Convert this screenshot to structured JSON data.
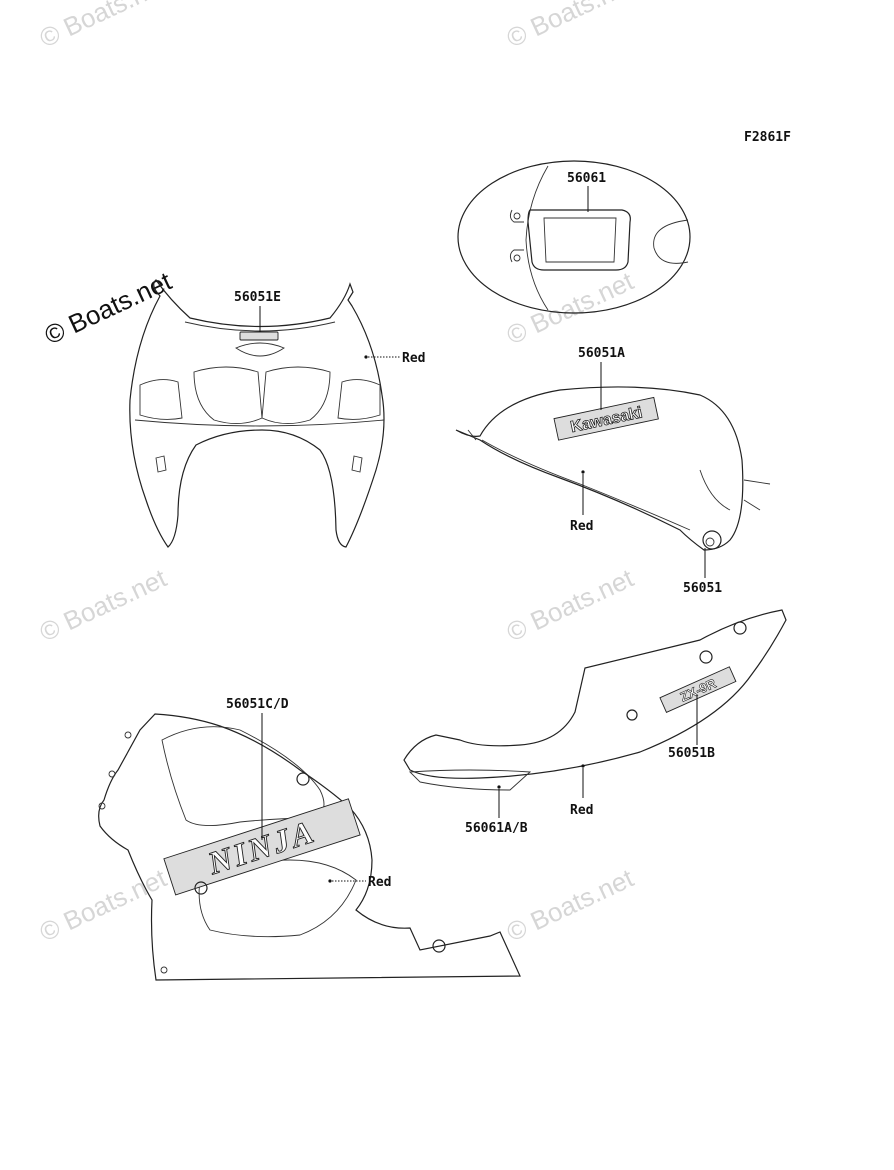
{
  "diagram": {
    "figure_code": "F2861F",
    "watermark": "© Boats.net",
    "labels": {
      "seat_cowl_decal": "56061",
      "upper_cowl_emblem": "56051E",
      "upper_cowl_color": "Red",
      "tank_emblem": "56051A",
      "tank_color": "Red",
      "tank_mark": "56051",
      "lower_cowl_decal": "56051C/D",
      "lower_cowl_color": "Red",
      "side_cover_decal": "56051B",
      "side_cover_color": "Red",
      "side_cover_stripe": "56061A/B"
    },
    "decal_text": {
      "tank_brand": "Kawasaki",
      "side_model": "ZX-9R",
      "lower_script": "NINJA"
    }
  }
}
